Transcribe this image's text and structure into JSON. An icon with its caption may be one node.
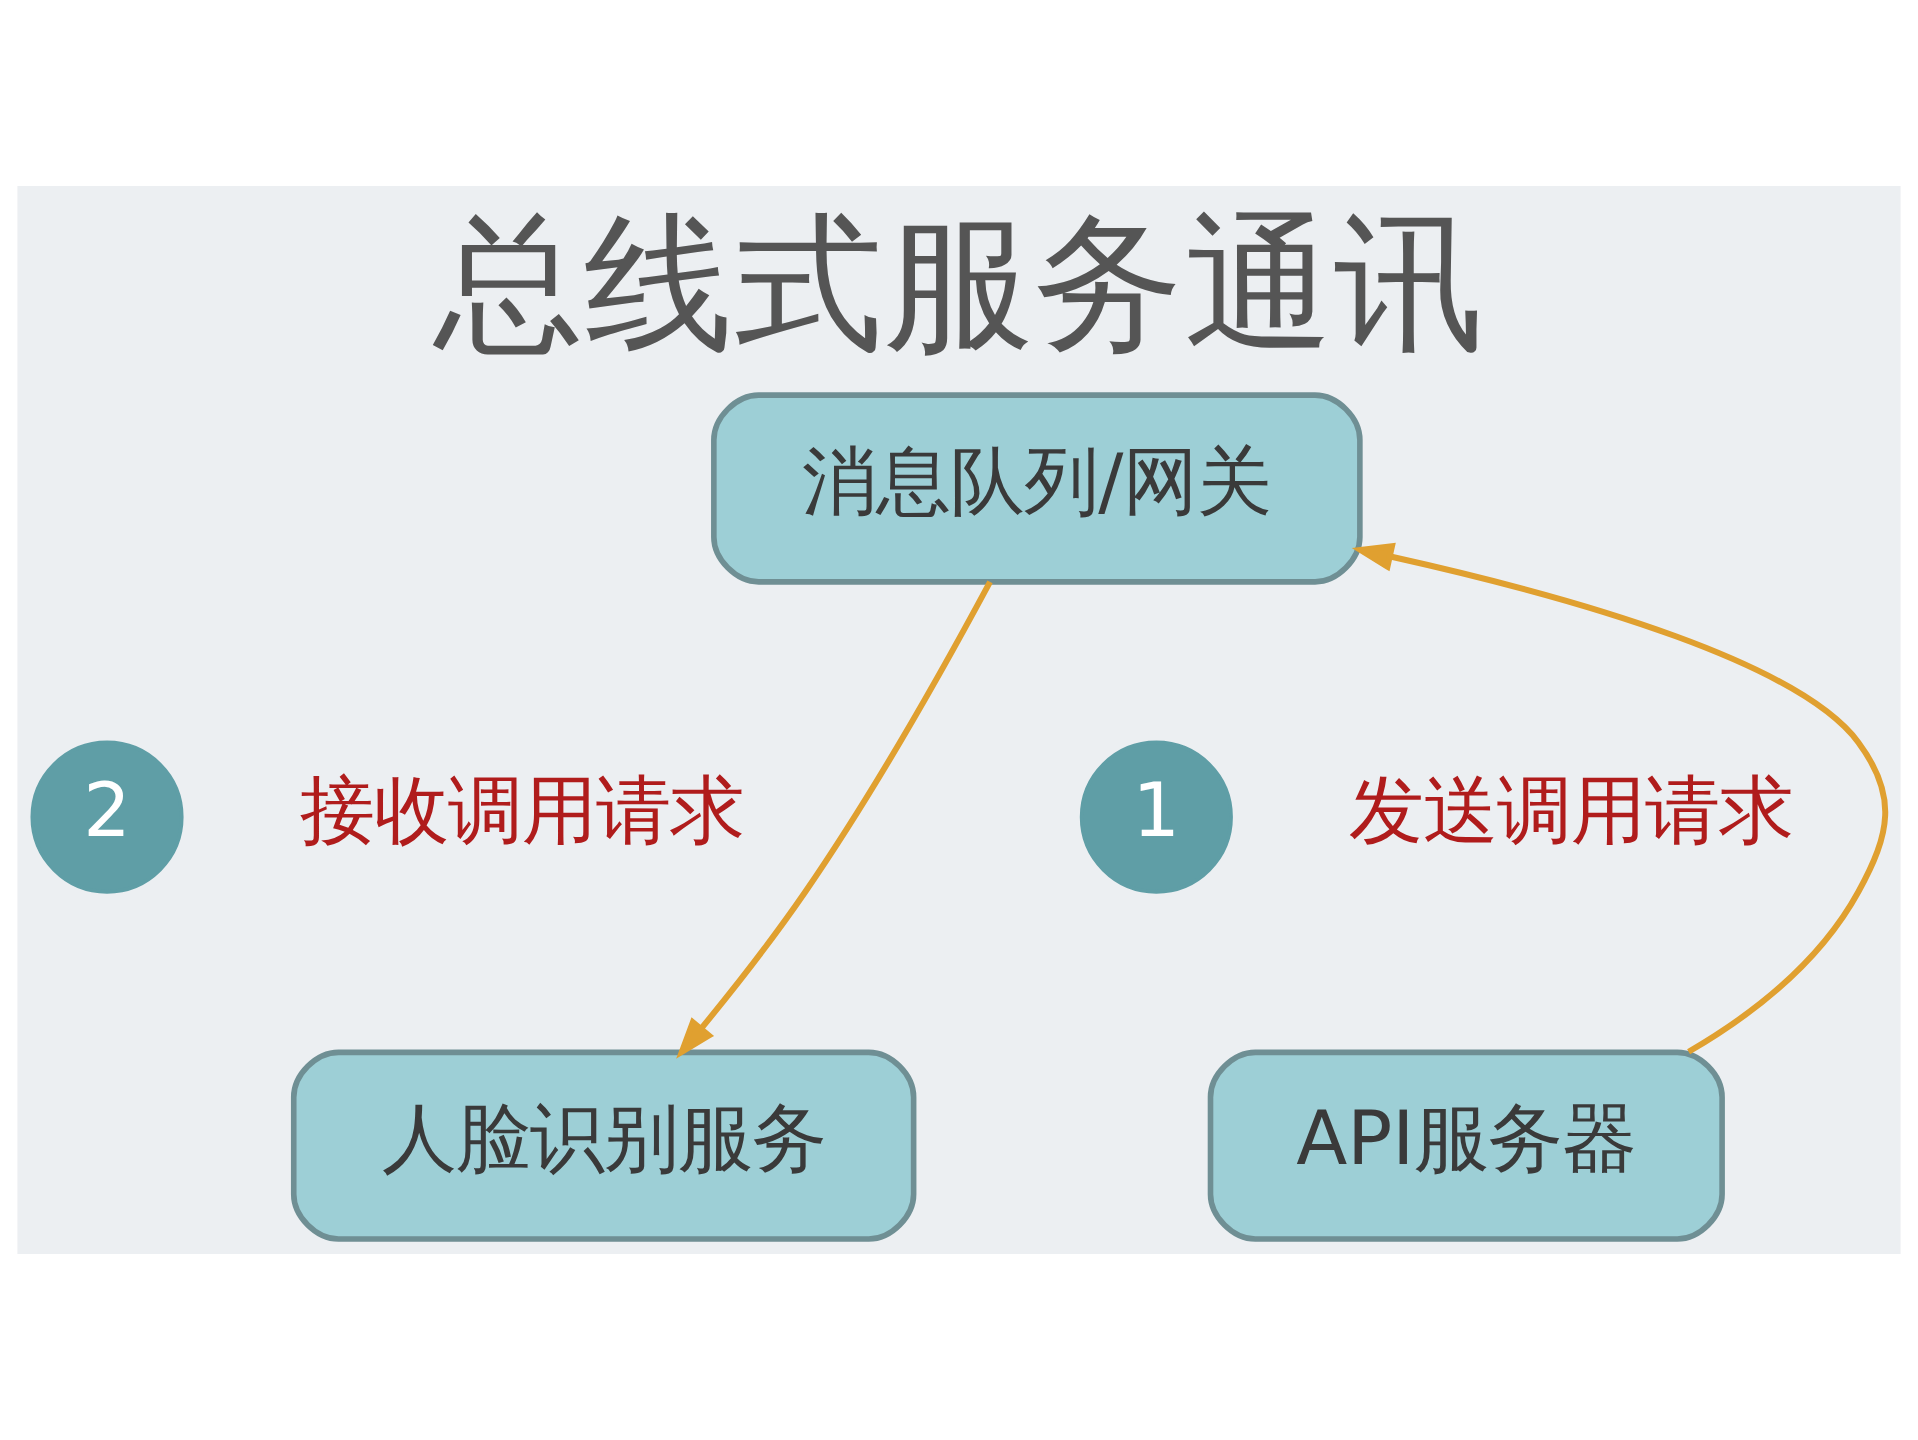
{
  "diagram": {
    "title": "总线式服务通讯",
    "nodes": [
      {
        "text": [
          "消息队列/网关"
        ]
      },
      {
        "text": [
          "2"
        ],
        "beside": [
          "接收调用请求"
        ]
      },
      {
        "text": [
          "1"
        ],
        "beside": [
          "发送调用请求"
        ]
      },
      {
        "text": [
          "人脸识别服务"
        ]
      },
      {
        "text": [
          "API服务器"
        ]
      }
    ],
    "edges": [
      {
        "from": 0,
        "to": 3,
        "arrow": "to"
      },
      {
        "from": 4,
        "to": 0,
        "arrow": "to"
      }
    ]
  }
}
